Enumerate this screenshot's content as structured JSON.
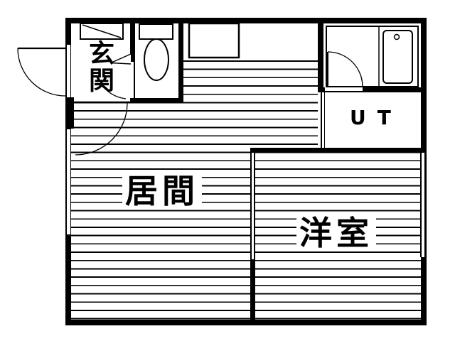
{
  "floorplan": {
    "type": "japanese-apartment-floor-plan",
    "labels": {
      "entrance": "玄関",
      "living": "居間",
      "western_room": "洋室",
      "utility": "UT"
    },
    "colors": {
      "line": "#000000",
      "background": "#ffffff"
    },
    "fixtures": [
      "shoe-cabinet",
      "toilet",
      "kitchen-counter",
      "bathtub",
      "unit-bath",
      "entrance-door-swing",
      "living-door-swing",
      "toilet-door-swing",
      "bath-door-swing"
    ]
  }
}
